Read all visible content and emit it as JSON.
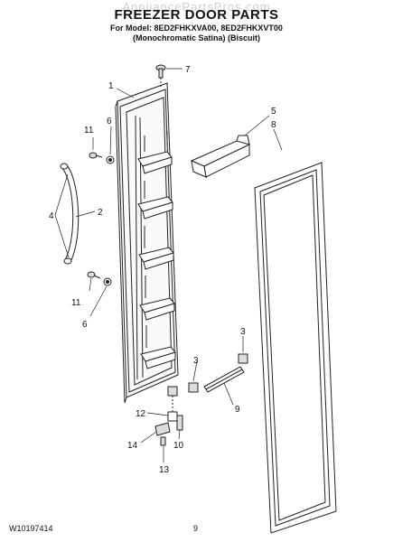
{
  "header": {
    "watermark": "AppliancePartsPros.com",
    "title": "FREEZER DOOR PARTS",
    "model_line": "For Model: 8ED2FHKXVA00, 8ED2FHKXVT00",
    "finish_line": "(Monochromatic Satina)   (Biscuit)"
  },
  "callouts": [
    "7",
    "1",
    "5",
    "8",
    "11",
    "6",
    "4",
    "2",
    "11",
    "6",
    "3",
    "3",
    "12",
    "9",
    "14",
    "10",
    "13"
  ],
  "footer": {
    "doc_number": "W10197414",
    "page_number": "9"
  }
}
